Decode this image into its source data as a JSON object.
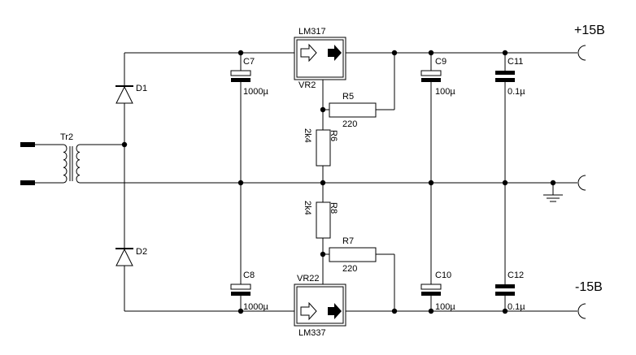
{
  "rails": {
    "positive": "+15B",
    "negative": "-15B"
  },
  "transformer": {
    "ref": "Tr2"
  },
  "diodes": [
    {
      "ref": "D1"
    },
    {
      "ref": "D2"
    }
  ],
  "capacitors": [
    {
      "ref": "C7",
      "value": "1000µ"
    },
    {
      "ref": "C8",
      "value": "1000µ"
    },
    {
      "ref": "C9",
      "value": "100µ"
    },
    {
      "ref": "C10",
      "value": "100µ"
    },
    {
      "ref": "C11",
      "value": "0.1µ"
    },
    {
      "ref": "C12",
      "value": "0.1µ"
    }
  ],
  "resistors": [
    {
      "ref": "R5",
      "value": "220"
    },
    {
      "ref": "R6",
      "value": "2k4"
    },
    {
      "ref": "R7",
      "value": "220"
    },
    {
      "ref": "R8",
      "value": "2k4"
    }
  ],
  "regulators": [
    {
      "ref": "VR2",
      "part": "LM317"
    },
    {
      "ref": "VR22",
      "part": "LM337"
    }
  ]
}
